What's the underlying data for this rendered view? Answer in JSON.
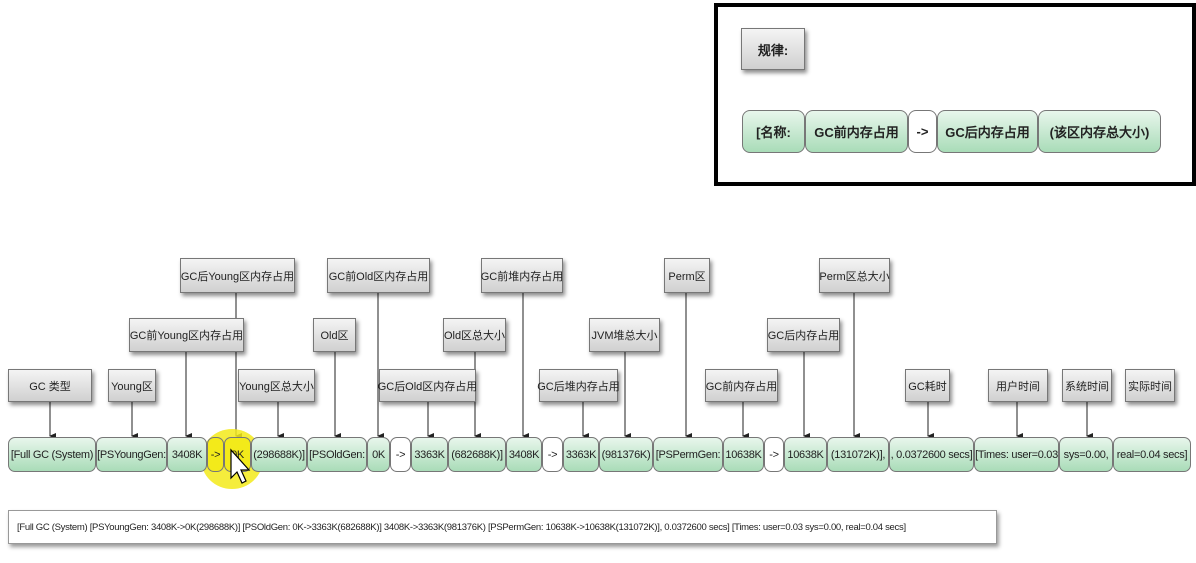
{
  "legend": {
    "title": "规律:",
    "row": [
      "[名称:",
      "GC前内存占用",
      "->",
      "GC后内存占用",
      "(该区内存总大小)"
    ]
  },
  "labels": {
    "gc_type": "GC 类型",
    "young": "Young区",
    "young_before": "GC前Young区内存占用",
    "young_after": "GC后Young区内存占用",
    "young_total": "Young区总大小",
    "old": "Old区",
    "old_before": "GC前Old区内存占用",
    "old_after": "GC后Old区内存占用",
    "old_total": "Old区总大小",
    "heap_before": "GC前堆内存占用",
    "heap_after": "GC后堆内存占用",
    "heap_total": "JVM堆总大小",
    "perm": "Perm区",
    "perm_before": "GC前内存占用",
    "perm_after": "GC后内存占用",
    "perm_total": "Perm区总大小",
    "gc_time": "GC耗时",
    "user_time": "用户时间",
    "sys_time": "系统时间",
    "real_time": "实际时间"
  },
  "cells": [
    "[Full GC (System)",
    "[PSYoungGen:",
    "3408K",
    "->",
    "0K",
    "(298688K)]",
    "[PSOldGen:",
    "0K",
    "->",
    "3363K",
    "(682688K)]",
    "3408K",
    "->",
    "3363K",
    "(981376K)",
    "[PSPermGen:",
    "10638K",
    "->",
    "10638K",
    "(131072K)],",
    ", 0.0372600 secs]",
    "[Times: user=0.03",
    "sys=0.00,",
    "real=0.04 secs]"
  ],
  "log_line": "[Full GC (System) [PSYoungGen: 3408K->0K(298688K)] [PSOldGen: 0K->3363K(682688K)] 3408K->3363K(981376K) [PSPermGen: 10638K->10638K(131072K)], 0.0372600 secs] [Times: user=0.03 sys=0.00, real=0.04 secs]",
  "colors": {
    "cell_green": "#a9dcb8",
    "highlight": "#f3ea1a"
  }
}
